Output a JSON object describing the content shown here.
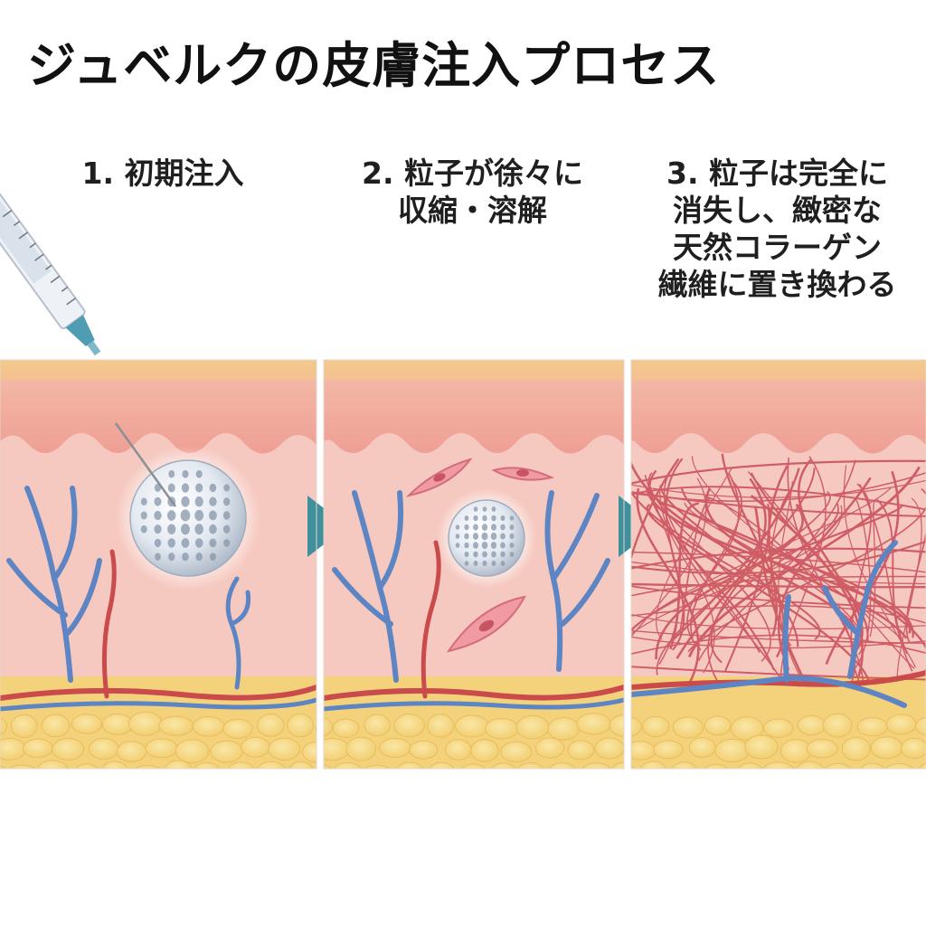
{
  "title": "ジュベルクの皮膚注入プロセス",
  "steps": [
    {
      "label": "1. 初期注入"
    },
    {
      "label": "2. 粒子が徐々に\n収縮・溶解"
    },
    {
      "label": "3. 粒子は完全に\n消失し、緻密な\n天然コラーゲン\n繊維に置き換わる"
    }
  ],
  "colors": {
    "epidermis": "#f1ad9f",
    "dermis": "#f6c9c0",
    "fat": "#f4d27c",
    "vein": "#5d85c4",
    "artery": "#c94b4b",
    "collagen": "#c94b57",
    "arrow": "#3f8f9c",
    "particle": "#dfe6ef"
  },
  "icons": [
    "syringe-icon",
    "particle-icon",
    "fibroblast-cell-icon",
    "blood-vessel-icon",
    "arrow-right-icon"
  ]
}
